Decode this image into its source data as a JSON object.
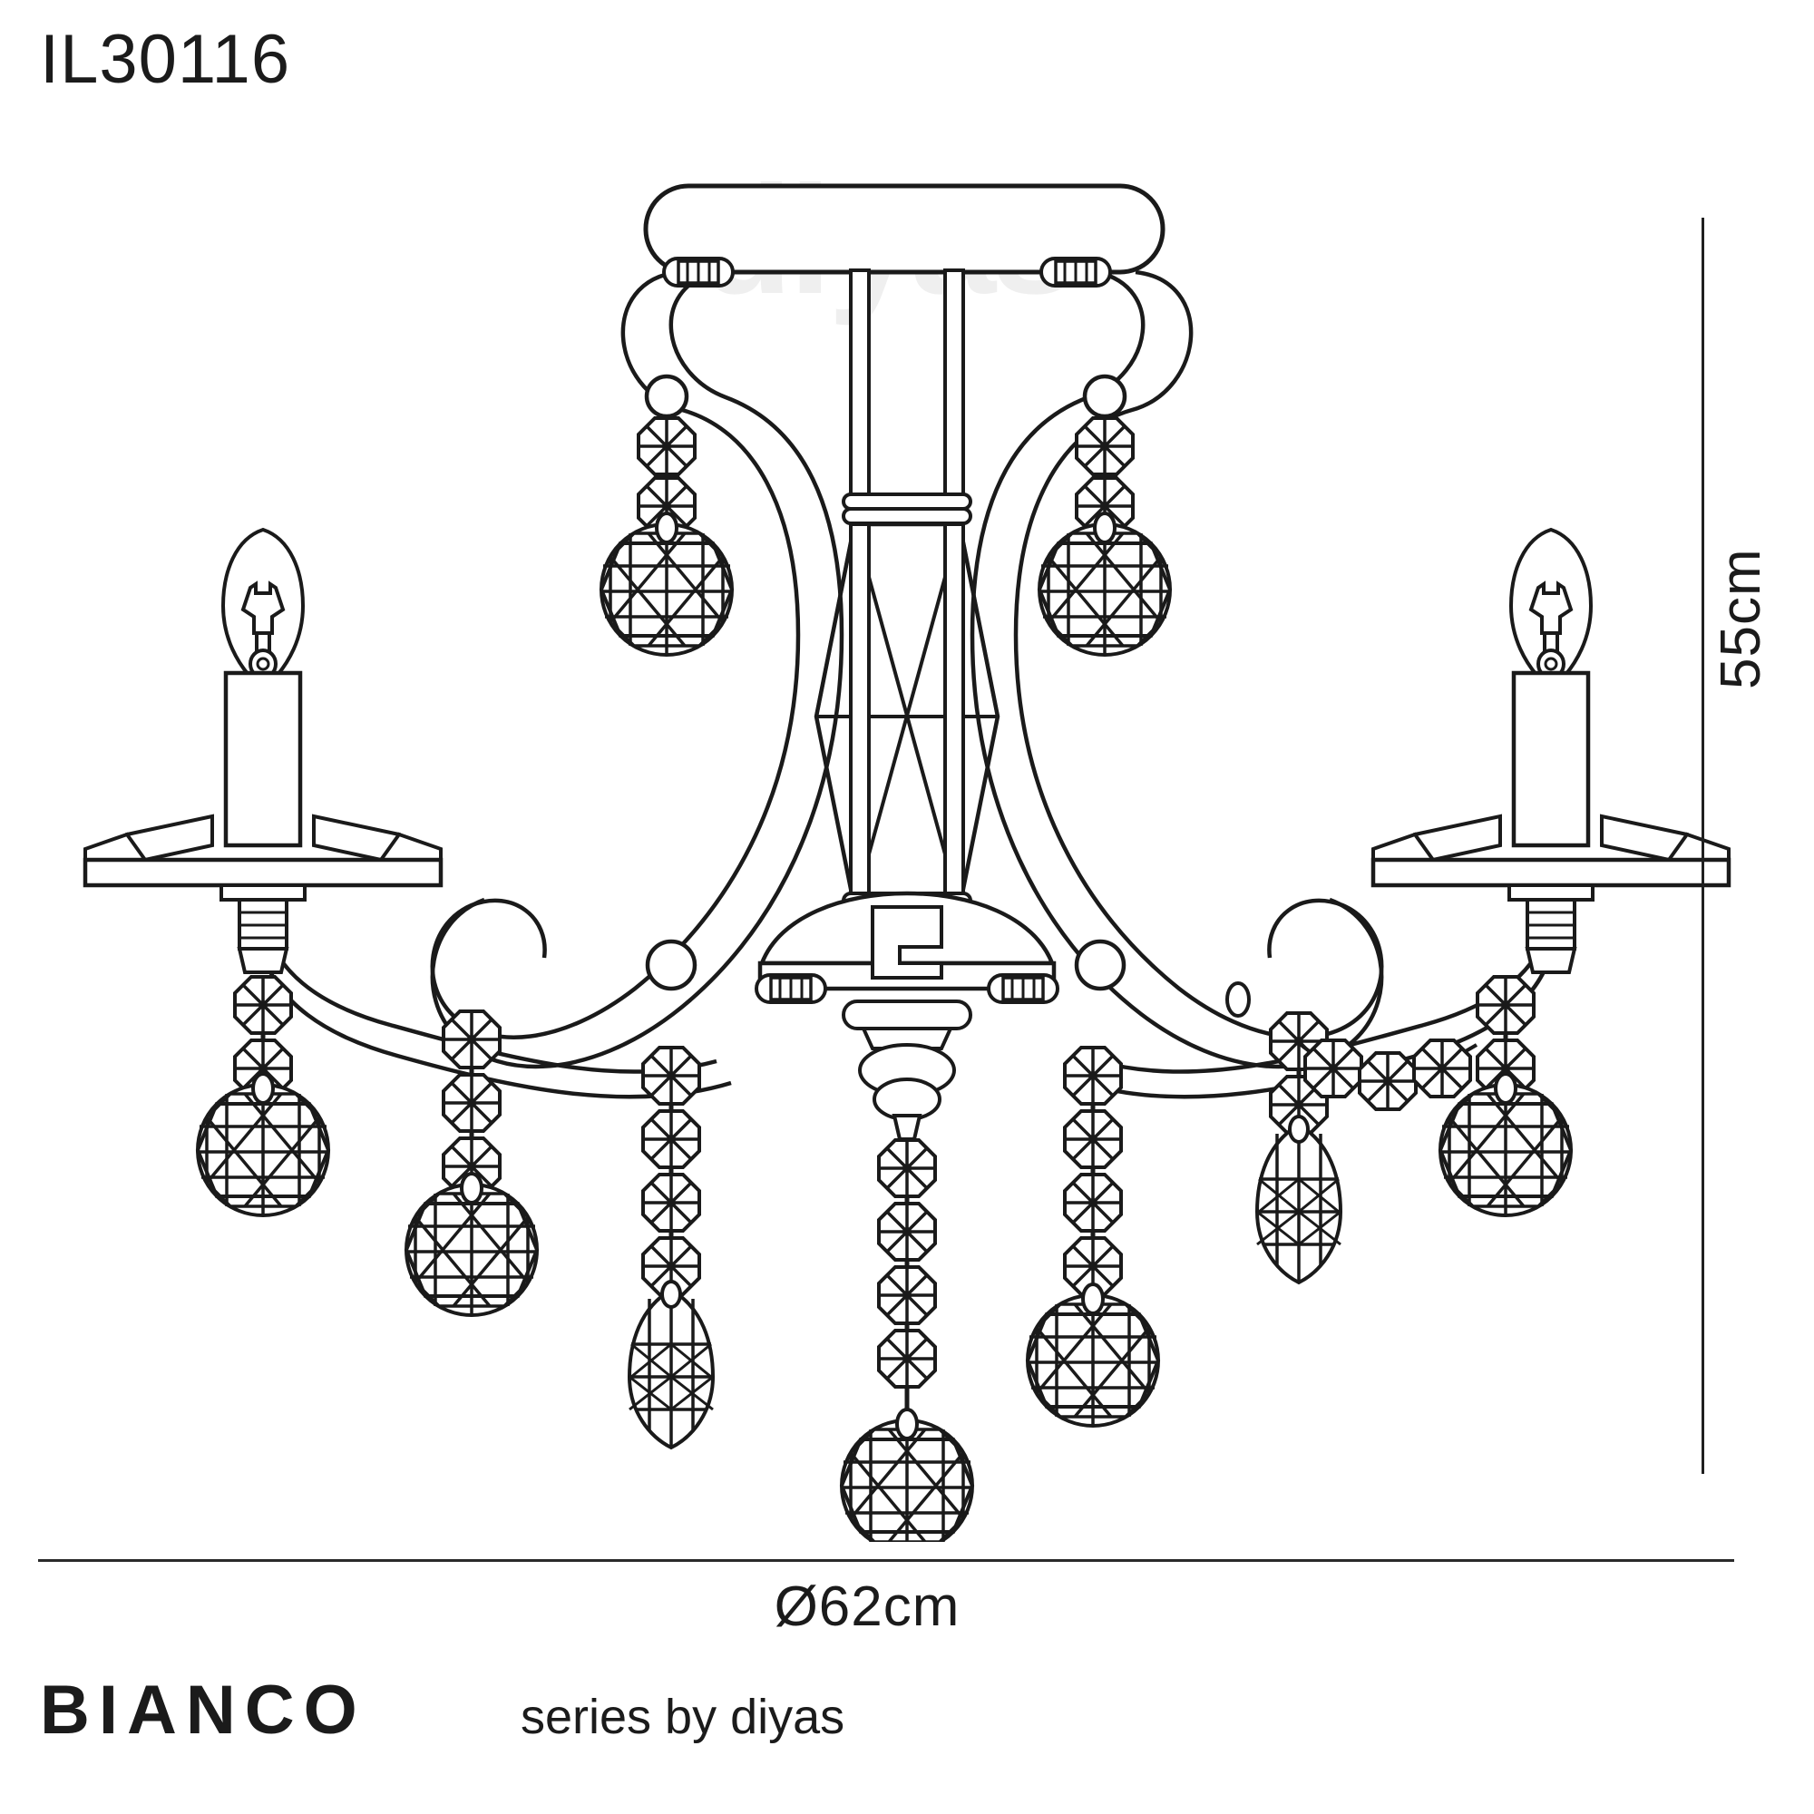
{
  "sheet": {
    "product_code": "IL30116",
    "watermark": "diyas",
    "background_color": "#ffffff",
    "line_color": "#1a1a1a"
  },
  "dimensions": {
    "height_label": "55cm",
    "width_label": "Ø62cm"
  },
  "footer": {
    "series_name": "BIANCO",
    "series_by": "series by diyas"
  },
  "drawing": {
    "name": "chandelier-line-drawing",
    "description": "Technical line drawing of a 3-light crystal chandelier",
    "parts": [
      {
        "name": "ceiling-plate",
        "label": "ceiling mounting plate"
      },
      {
        "name": "centre-stem",
        "label": "centre stem rod"
      },
      {
        "name": "crystal-column",
        "label": "faceted crystal column"
      },
      {
        "name": "scroll-arm",
        "label": "curved scroll arm",
        "count": 3
      },
      {
        "name": "candle-bulb",
        "label": "candle bulb",
        "count": 3
      },
      {
        "name": "candle-sleeve",
        "label": "candle sleeve",
        "count": 3
      },
      {
        "name": "bobeche",
        "label": "faceted bobeche drip plate",
        "count": 3
      },
      {
        "name": "crystal-ball",
        "label": "faceted crystal ball drop"
      },
      {
        "name": "octagon-bead",
        "label": "octagonal crystal bead"
      },
      {
        "name": "bead-chain",
        "label": "crystal bead chain"
      },
      {
        "name": "finial",
        "label": "bottom finial"
      }
    ]
  }
}
